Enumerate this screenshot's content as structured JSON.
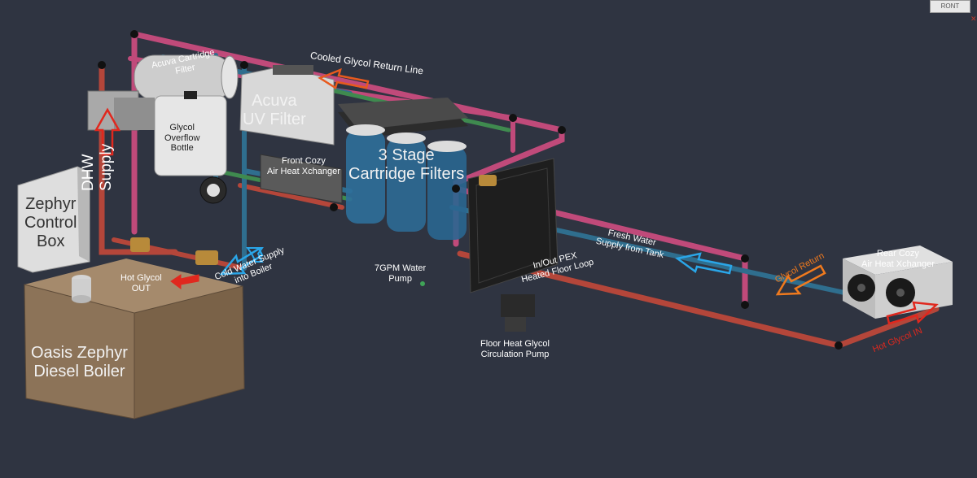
{
  "labels": {
    "acuva_cartridge_filter": [
      "Acuva Cartridge",
      "Filter"
    ],
    "cooled_glycol_return_line": "Cooled Glycol Return Line",
    "acuva_uv_filter": [
      "Acuva",
      "UV Filter"
    ],
    "glycol_overflow_bottle": [
      "Glycol",
      "Overflow",
      "Bottle"
    ],
    "dhw_supply": [
      "DHW",
      "Supply"
    ],
    "front_cozy_air_heat_xchanger": [
      "Front Cozy",
      "Air Heat Xchanger"
    ],
    "three_stage_cartridge_filters": [
      "3 Stage",
      "Cartridge Filters"
    ],
    "zephyr_control_box": [
      "Zephyr",
      "Control",
      "Box"
    ],
    "hot_glycol_out": [
      "Hot Glycol",
      "OUT"
    ],
    "cold_water_supply_into_boiler": [
      "Cold Water Supply",
      "into Boiler"
    ],
    "seven_gpm_water_pump": [
      "7GPM Water",
      "Pump"
    ],
    "in_out_pex_heated_floor_loop": [
      "In/Out PEX",
      "Heated Floor Loop"
    ],
    "fresh_water_supply_from_tank": [
      "Fresh Water",
      "Supply from Tank"
    ],
    "glycol_return": "Glycol Return",
    "rear_cozy_air_heat_xchanger": [
      "Rear Cozy",
      "Air Heat Xchanger"
    ],
    "hot_glycol_in": "Hot Glycol IN",
    "floor_heat_glycol_circulation_pump": [
      "Floor Heat Glycol",
      "Circulation Pump"
    ],
    "oasis_zephyr_diesel_boiler": [
      "Oasis Zephyr",
      "Diesel Boiler"
    ]
  },
  "view_cube_label": "RONT",
  "colors": {
    "background": "#2f3441",
    "glycol_pipe": "#c04a7a",
    "hot_pipe": "#b4463a",
    "water_pipe": "#2f6e8e",
    "green_pipe": "#3f8a4f",
    "arrow_red": "#e0281e",
    "arrow_blue": "#2aa6e8",
    "arrow_orange": "#f07a1e",
    "boiler": "#8c7358",
    "housing": "#d8d8d8",
    "filter_blue": "#2f6f9a"
  }
}
